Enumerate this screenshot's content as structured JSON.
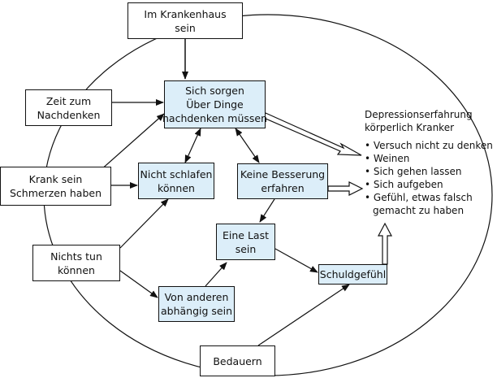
{
  "nodes": {
    "krankenhaus": [
      "Im Krankenhaus",
      "sein"
    ],
    "zeit": [
      "Zeit zum",
      "Nachdenken"
    ],
    "sorgen": [
      "Sich sorgen",
      "Über Dinge",
      "nachdenken müssen"
    ],
    "krank": [
      "Krank sein",
      "Schmerzen haben"
    ],
    "schlafen": [
      "Nicht schlafen",
      "können"
    ],
    "besserung": [
      "Keine Besserung",
      "erfahren"
    ],
    "nichts_tun": [
      "Nichts tun",
      "können"
    ],
    "last": [
      "Eine Last",
      "sein"
    ],
    "abhaengig": [
      "Von anderen",
      "abhängig sein"
    ],
    "schuld": [
      "Schuldgefühl"
    ],
    "bedauern": [
      "Bedauern"
    ]
  },
  "result": {
    "title": [
      "Depressionserfahrung",
      "körperlich Kranker"
    ],
    "items": [
      "Versuch nicht zu denken",
      "Weinen",
      "Sich gehen lassen",
      "Sich aufgeben",
      "Gefühl, etwas falsch",
      "gemacht zu haben"
    ]
  },
  "colors": {
    "highlight_fill": "#dceef9",
    "stroke": "#111111"
  }
}
